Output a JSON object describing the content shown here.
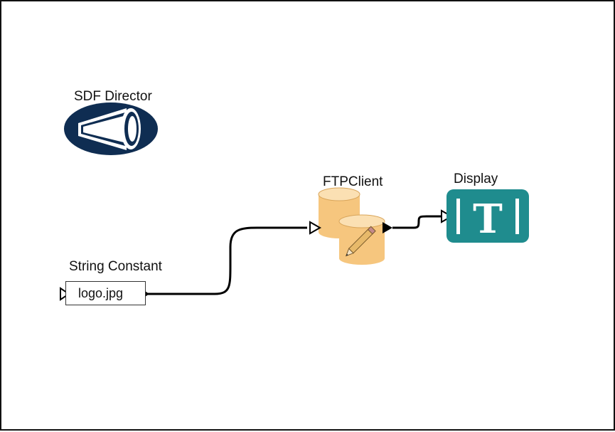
{
  "actors": {
    "director": {
      "label": "SDF Director",
      "icon": "megaphone-icon"
    },
    "string_constant": {
      "label": "String Constant",
      "value": "logo.jpg"
    },
    "ftp_client": {
      "label": "FTPClient",
      "icon": "database-pencil-icon"
    },
    "display": {
      "label": "Display",
      "glyph": "T",
      "icon": "text-display-icon"
    }
  },
  "colors": {
    "director_fill": "#0f2d52",
    "db_fill": "#f6c67e",
    "db_stroke": "#d9a55a",
    "display_fill": "#1f8c8e",
    "wire": "#000000"
  }
}
